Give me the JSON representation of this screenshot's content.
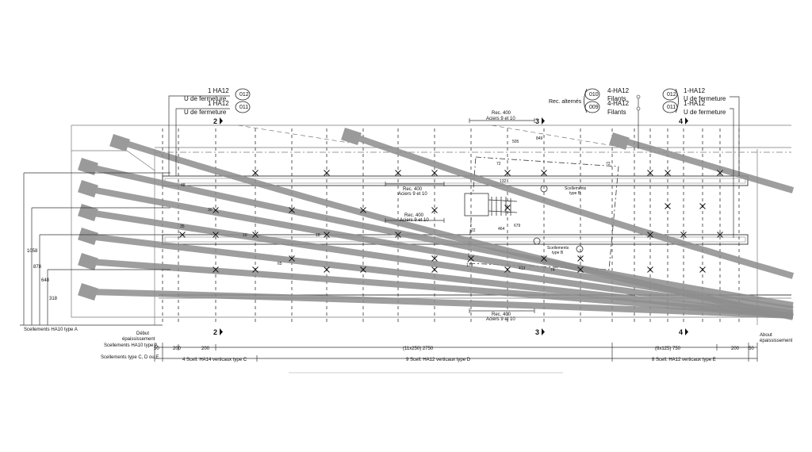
{
  "top_callouts": {
    "left": {
      "bars_1": "1 HA12",
      "tag_1": "012",
      "desc_1": "U de fermeture",
      "bars_2": "1 HA12",
      "tag_2": "011",
      "desc_2": "U de fermeture"
    },
    "middle": {
      "alt_label": "Rec. alternés",
      "bars_1": "4-HA12",
      "tag_1": "010",
      "desc_1": "Filants",
      "bars_2": "4-HA12",
      "tag_2": "009",
      "desc_2": "Filants"
    },
    "right": {
      "bars_1": "1-HA12",
      "tag_1": "012",
      "desc_1": "U de fermeture",
      "bars_2": "1-HA12",
      "tag_2": "011",
      "desc_2": "U de fermeture"
    }
  },
  "section_markers": {
    "s2": "2",
    "s3": "3",
    "s4": "4"
  },
  "notes": {
    "rec400_top": "Rec. 400",
    "aciers_top": "Aciers 9 et 10",
    "rec400_a": "Rec. 400",
    "aciers_a": "Aciers 9 et 10",
    "rec400_b": "Rec. 400",
    "aciers_b": "Aciers 9 et 10",
    "rec400_bottom": "Rec. 400",
    "aciers_bottom": "Aciers 9 et 10",
    "scel_b_1": "Scellements",
    "scel_b_2": "type B",
    "scel_b2_1": "Scellements",
    "scel_b2_2": "type B"
  },
  "small_dims": {
    "d48": "48",
    "d30": "30",
    "d35": "35",
    "d10a": "10",
    "d10b": "10",
    "d65": "65",
    "d505": "505",
    "d849": "849",
    "d72a": "72",
    "d72b": "72",
    "d132": "132",
    "d464": "464",
    "d679": "679",
    "d22": "22",
    "d179": "179",
    "d413": "413",
    "d74": "74"
  },
  "left_dims": {
    "h1058": "1058",
    "h878": "878",
    "h648": "648",
    "h318": "318",
    "label": "Scellements HA10 type A"
  },
  "bottom": {
    "debut_1": "Début",
    "debut_2": "épaississement",
    "about_1": "About",
    "about_2": "épaississement",
    "row1_label": "Scellements HA10 type A",
    "row2_label": "Scellements type C, D ou E",
    "d50_left": "50",
    "d200_a": "200",
    "d200_b": "200",
    "d2750": "(11x250) 2750",
    "d750": "(6x125) 750",
    "d200_c": "200",
    "d50_right": "50",
    "span_c": "4 Scell. HA14 verticaux type C",
    "span_d": "9 Scell. HA12 verticaux type D",
    "span_e": "8 Scell. HA12 verticaux type E"
  }
}
